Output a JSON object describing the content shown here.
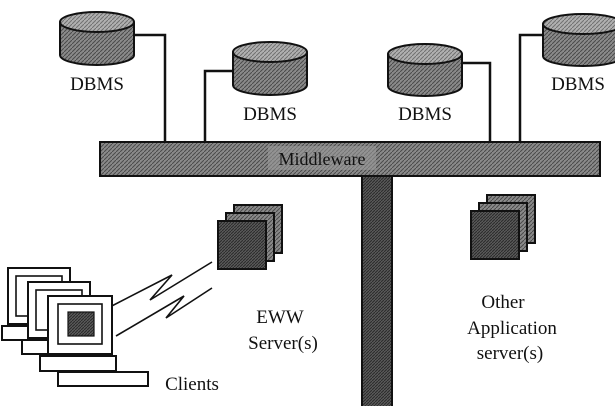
{
  "diagram": {
    "databases": [
      {
        "label": "DBMS"
      },
      {
        "label": "DBMS"
      },
      {
        "label": "DBMS"
      },
      {
        "label": "DBMS"
      }
    ],
    "middleware_label": "Middleware",
    "eww_server": {
      "line1": "EWW",
      "line2": "Server(s)"
    },
    "other_server": {
      "line1": "Other",
      "line2": "Application",
      "line3": "server(s)"
    },
    "clients_label": "Clients"
  }
}
